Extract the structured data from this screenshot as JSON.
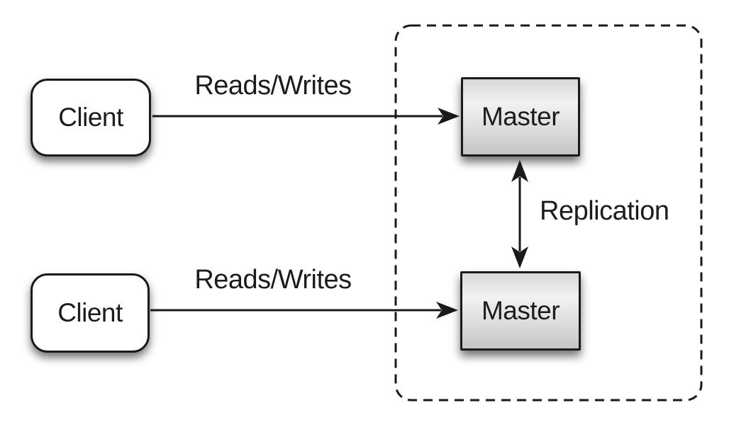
{
  "diagram": {
    "type": "architecture-diagram",
    "colors": {
      "background": "#ffffff",
      "line": "#1a1a1a",
      "text": "#1c1c1c",
      "client_fill": "#ffffff",
      "master_fill_top": "#d7d7d7",
      "master_fill_mid": "#f2f2f2",
      "master_fill_bottom": "#c5c5c5"
    },
    "nodes": [
      {
        "id": "client-1",
        "label": "Client",
        "shape": "rounded-rectangle"
      },
      {
        "id": "client-2",
        "label": "Client",
        "shape": "rounded-rectangle"
      },
      {
        "id": "master-1",
        "label": "Master",
        "shape": "rectangle"
      },
      {
        "id": "master-2",
        "label": "Master",
        "shape": "rectangle"
      }
    ],
    "edges": [
      {
        "from": "client-1",
        "to": "master-1",
        "label": "Reads/Writes",
        "direction": "one-way"
      },
      {
        "from": "client-2",
        "to": "master-2",
        "label": "Reads/Writes",
        "direction": "one-way"
      },
      {
        "from": "master-1",
        "to": "master-2",
        "label": "Replication",
        "direction": "two-way"
      }
    ],
    "group": {
      "id": "replication-cluster",
      "border_style": "dashed",
      "members": [
        "master-1",
        "master-2"
      ]
    }
  }
}
